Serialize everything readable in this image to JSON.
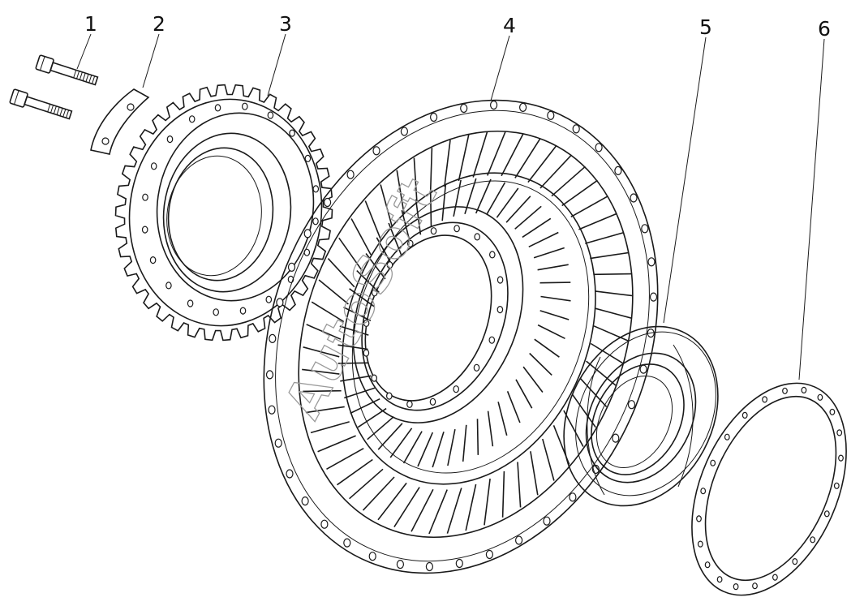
{
  "callouts": [
    {
      "number": "1",
      "part": "bolt"
    },
    {
      "number": "2",
      "part": "lock-plate"
    },
    {
      "number": "3",
      "part": "gear-ring"
    },
    {
      "number": "4",
      "part": "turbine-wheel"
    },
    {
      "number": "5",
      "part": "bearing"
    },
    {
      "number": "6",
      "part": "gasket"
    }
  ],
  "watermark": "AutoSoft",
  "colors": {
    "line": "#1a1a1a",
    "watermark": "#9a9a9a",
    "background": "#ffffff"
  }
}
